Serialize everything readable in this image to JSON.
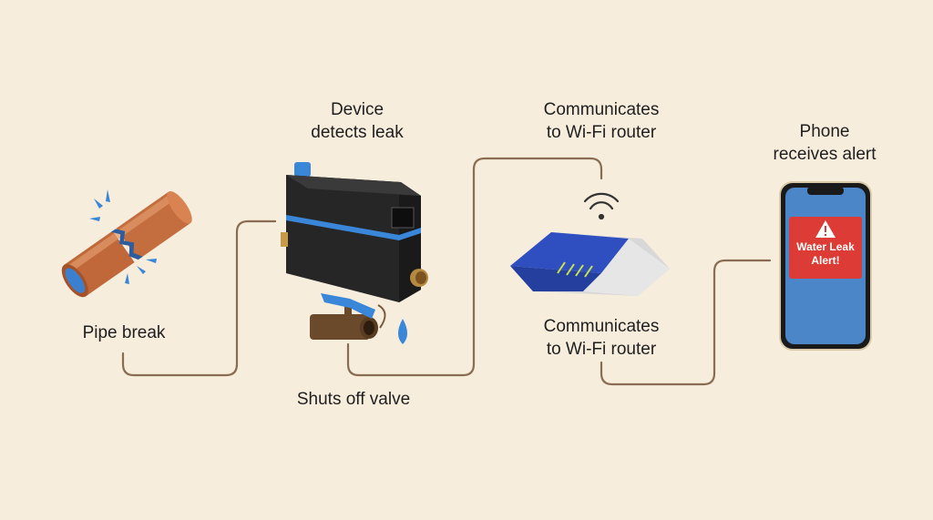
{
  "steps": {
    "pipe": {
      "label": "Pipe break"
    },
    "device": {
      "line1": "Device",
      "line2": "detects leak"
    },
    "valve": {
      "label": "Shuts off valve"
    },
    "router_top": {
      "line1": "Communicates",
      "line2": "to Wi-Fi router"
    },
    "router_bottom": {
      "line1": "Communicates",
      "line2": "to Wi-Fi router"
    },
    "phone": {
      "line1": "Phone",
      "line2": "receives alert"
    }
  },
  "phone_screen": {
    "alert_line1": "Water Leak",
    "alert_line2": "Alert!",
    "icon": "warning-icon"
  },
  "colors": {
    "background": "#f6eddd",
    "connector": "#8a6c52",
    "accent_blue": "#3a86d8",
    "alert_red": "#dd3b35",
    "phone_screen": "#4a86c8"
  }
}
